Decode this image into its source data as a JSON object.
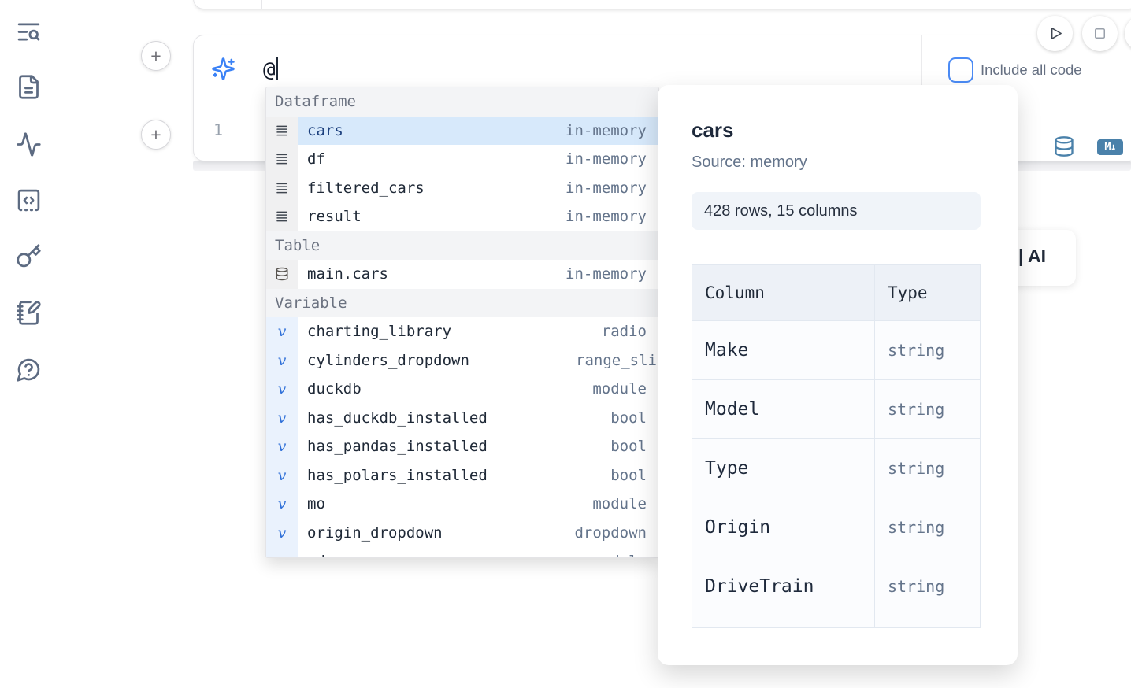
{
  "colors": {
    "accent_blue": "#4b8bf5",
    "steel_blue": "#4a81aa",
    "selection_bg": "#d7e9fb",
    "sidebar_icon": "#5d6b82"
  },
  "sidebar": {
    "icons": [
      "list-search",
      "document",
      "activity",
      "code-square",
      "key",
      "notebook-pen",
      "help-chat"
    ]
  },
  "run_controls": {
    "icons": [
      "play-icon",
      "stop-icon"
    ]
  },
  "cell": {
    "add_button_label": "+",
    "ai_prompt": {
      "icon": "sparkles",
      "value": "@"
    },
    "line_number": "1",
    "include_all_code": {
      "label": "Include all code",
      "checked": false
    },
    "corner_icons": [
      "database-icon",
      "markdown-icon"
    ],
    "markdown_badge": "M↓"
  },
  "ai_card": {
    "label": "| AI"
  },
  "autocomplete": {
    "sections": [
      {
        "label": "Dataframe",
        "items": [
          {
            "name": "cars",
            "type": "in-memory",
            "icon": "menu",
            "selected": true
          },
          {
            "name": "df",
            "type": "in-memory",
            "icon": "menu"
          },
          {
            "name": "filtered_cars",
            "type": "in-memory",
            "icon": "menu"
          },
          {
            "name": "result",
            "type": "in-memory",
            "icon": "menu"
          }
        ]
      },
      {
        "label": "Table",
        "items": [
          {
            "name": "main.cars",
            "type": "in-memory",
            "icon": "database"
          }
        ]
      },
      {
        "label": "Variable",
        "items": [
          {
            "name": "charting_library",
            "type": "radio",
            "icon": "variable"
          },
          {
            "name": "cylinders_dropdown",
            "type": "range_sli",
            "icon": "variable",
            "type_clipped": true
          },
          {
            "name": "duckdb",
            "type": "module",
            "icon": "variable"
          },
          {
            "name": "has_duckdb_installed",
            "type": "bool",
            "icon": "variable"
          },
          {
            "name": "has_pandas_installed",
            "type": "bool",
            "icon": "variable"
          },
          {
            "name": "has_polars_installed",
            "type": "bool",
            "icon": "variable"
          },
          {
            "name": "mo",
            "type": "module",
            "icon": "variable"
          },
          {
            "name": "origin_dropdown",
            "type": "dropdown",
            "icon": "variable"
          },
          {
            "name": "pd",
            "type": "module",
            "icon": "variable",
            "clipped": true
          }
        ]
      }
    ]
  },
  "preview": {
    "title": "cars",
    "source": "Source: memory",
    "shape_badge": "428 rows, 15 columns",
    "table": {
      "headers": [
        "Column",
        "Type"
      ],
      "rows": [
        [
          "Make",
          "string"
        ],
        [
          "Model",
          "string"
        ],
        [
          "Type",
          "string"
        ],
        [
          "Origin",
          "string"
        ],
        [
          "DriveTrain",
          "string"
        ]
      ]
    }
  }
}
